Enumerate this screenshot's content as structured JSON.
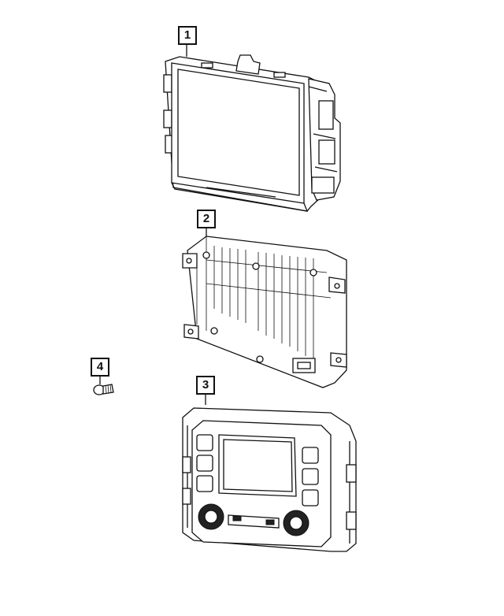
{
  "diagram": {
    "callouts": [
      {
        "id": "1",
        "part": "display-module"
      },
      {
        "id": "2",
        "part": "radio-amplifier-module"
      },
      {
        "id": "3",
        "part": "control-panel-unit"
      },
      {
        "id": "4",
        "part": "screw"
      }
    ]
  }
}
